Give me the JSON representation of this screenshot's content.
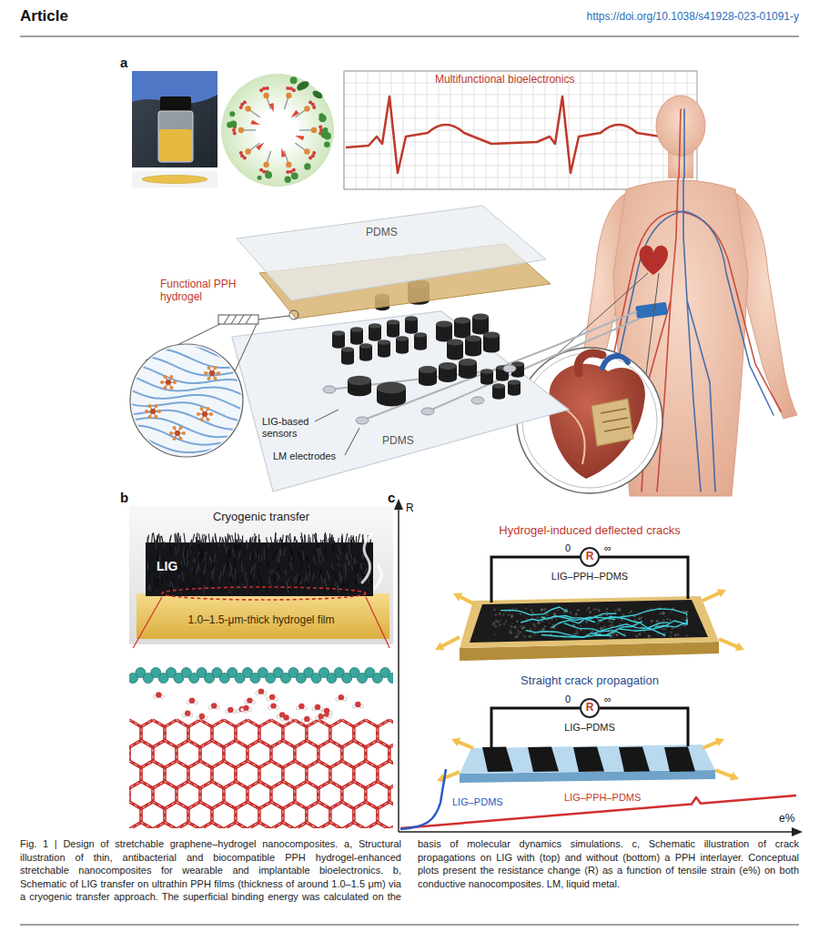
{
  "diagram": {
    "caption": "Fig. 1 | Design of stretchable graphene–hydrogel nanocomposites. a, Structural illustration of thin, antibacterial and biocompatible PPH hydrogel-enhanced stretchable nanocomposites for wearable and implantable bioelectronics. b, Schematic of LIG transfer on ultrathin PPH films (thickness of around 1.0–1.5 μm) via a cryogenic transfer approach. The superficial binding energy was calculated on the basis of molecular dynamics simulations. c, Schematic illustration of crack propagations on LIG with (top) and without (bottom) a PPH interlayer. Conceptual plots present the resistance change (R) as a function of tensile strain (e%) on both conductive nanocomposites. LM, liquid metal.",
    "nodes": [
      {
        "text": [
          "Multifunctional bioelectronics"
        ]
      },
      {
        "text": [
          "Cryogenic transfer"
        ]
      },
      {
        "text": [
          "LIG"
        ],
        "in": 1
      },
      {
        "text": [
          "1.0–1.5-μm-thick hydrogel film"
        ],
        "in": 1
      },
      {
        "text": [
          "R"
        ]
      },
      {
        "text": [
          "LIG–PPH–PDMS"
        ]
      },
      {
        "text": [
          "R"
        ]
      },
      {
        "text": [
          "LIG–PDMS"
        ]
      }
    ],
    "edges": [
      {
        "from": 4,
        "to": 5,
        "arrow": "none"
      },
      {
        "from": 4,
        "to": 5,
        "arrow": "none"
      },
      {
        "from": 6,
        "to": 7,
        "arrow": "none"
      },
      {
        "from": 6,
        "to": 7,
        "arrow": "none"
      }
    ],
    "labels": [
      "Article",
      "https://doi.org/10.1038/s41928-023-01091-y",
      "a",
      "PDMS",
      "Functional PPH hydrogel",
      "LIG-based sensors",
      "LM electrodes",
      "PDMS",
      "b",
      "c",
      "R",
      "Hydrogel-induced deflected cracks",
      "0",
      "∞",
      "Straight crack propagation",
      "0",
      "∞",
      "LIG–PDMS",
      "LIG–PPH–PDMS",
      "e%"
    ]
  }
}
